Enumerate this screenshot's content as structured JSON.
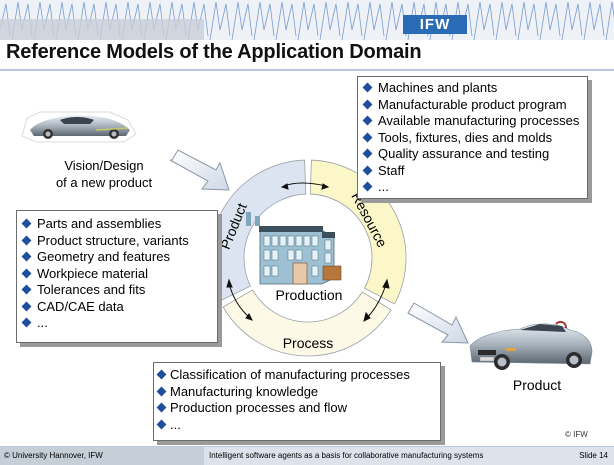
{
  "header": {
    "logo_text": "IFW",
    "title": "Reference Models of the Application Domain"
  },
  "ring": {
    "center_label": "Production",
    "segments": [
      {
        "label": "Product",
        "color": "#dde4f1"
      },
      {
        "label": "Resource",
        "color": "#fbf7c8"
      },
      {
        "label": "Process",
        "color": "#fcfae6"
      }
    ]
  },
  "resource_box": {
    "items": [
      "Machines and plants",
      "Manufacturable product program",
      "Available manufacturing processes",
      "Tools, fixtures, dies and molds",
      "Quality assurance and testing",
      "Staff",
      "..."
    ]
  },
  "product_box": {
    "items": [
      "Parts and assemblies",
      "Product structure, variants",
      "Geometry and features",
      "Workpiece material",
      "Tolerances and fits",
      "CAD/CAE data",
      "..."
    ]
  },
  "process_box": {
    "items": [
      "Classification of manufacturing processes",
      "Manufacturing knowledge",
      "Production processes and flow",
      "..."
    ]
  },
  "vision_caption": {
    "line1": "Vision/Design",
    "line2": "of a new product"
  },
  "product_caption": "Product",
  "image_credit": "© IFW",
  "footer": {
    "left": "© University Hannover, IFW",
    "middle": "Intelligent software agents as a basis for collaborative manufacturing systems",
    "right": "Slide 14"
  },
  "colors": {
    "accent": "#2a6bb5",
    "bullet": "#1f4f9c"
  }
}
